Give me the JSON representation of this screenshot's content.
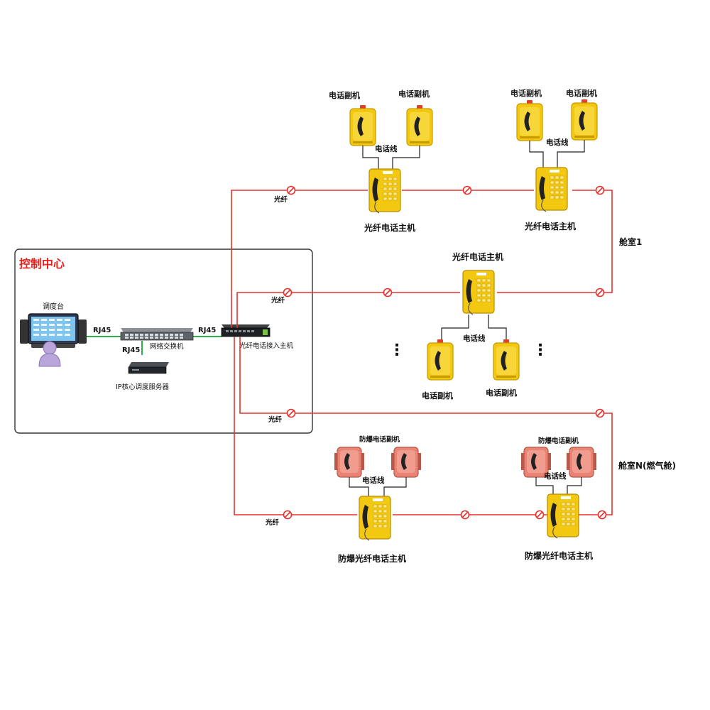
{
  "control_center": {
    "title": "控制中心",
    "console_label": "调度台",
    "rj45_console": "RJ45",
    "switch_label": "网络交换机",
    "rj45_switch_down": "RJ45",
    "rj45_access": "RJ45",
    "access_host_label": "光纤电话接入主机",
    "server_label": "IP核心调度服务器"
  },
  "fiber_labels": {
    "top": "光纤",
    "middle": "光纤",
    "lower": "光纤",
    "bottom": "光纤"
  },
  "cabin1": {
    "label": "舱室1",
    "host_a": {
      "label": "光纤电话主机",
      "ext_left": "电话副机",
      "ext_right": "电话副机",
      "line_label": "电话线"
    },
    "host_b": {
      "label": "光纤电话主机",
      "ext_left": "电话副机",
      "ext_right": "电话副机",
      "line_label": "电话线"
    },
    "host_c": {
      "label": "光纤电话主机",
      "ext_left": "电话副机",
      "ext_right": "电话副机",
      "line_label": "电话线"
    },
    "ellipsis_left": "⋮",
    "ellipsis_right": "⋮"
  },
  "cabinN": {
    "label": "舱室N(燃气舱)",
    "host_a": {
      "label": "防爆光纤电话主机",
      "ext_label": "防爆电话副机",
      "line_label": "电话线"
    },
    "host_b": {
      "label": "防爆光纤电话主机",
      "ext_label": "防爆电话副机",
      "line_label": "电话线"
    }
  },
  "colors": {
    "fiber": "#e8312c",
    "ethernet": "#2bb04a",
    "phone_yellow": "#f2c811",
    "phone_red": "#e98374",
    "frame": "#333333",
    "title_red": "#e8201c"
  }
}
